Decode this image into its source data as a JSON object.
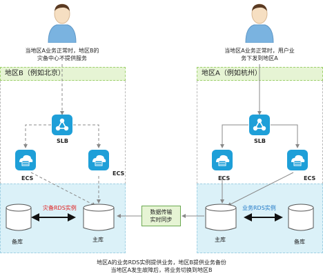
{
  "users": {
    "left_caption": [
      "当地区A业务正常时，地区B的",
      "灾备中心不提供服务"
    ],
    "right_caption": [
      "当地区A业务正常时，用户业",
      "务下发到地区A"
    ]
  },
  "regions": {
    "left": {
      "title": "地区B（例如北京）"
    },
    "right": {
      "title": "地区A（例如杭州）"
    }
  },
  "nodes": {
    "slb_label": "SLB",
    "ecs_label": "ECS"
  },
  "databases": {
    "left_rds_label": "灾备RDS实例",
    "right_rds_label": "业务RDS实例",
    "backup_label": "备库",
    "primary_label": "主库"
  },
  "sync": {
    "line1": "数据传输",
    "line2": "实时同步"
  },
  "bottom_caption": [
    "地区A的业务RDS实例提供业务，地区B提供业务备份",
    "当地区A发生故障后，将业务切换到地区B"
  ],
  "colors": {
    "user_blue": "#7ab3e0",
    "node_blue": "#1e9fd8",
    "rds_red": "#e02020",
    "rds_blue": "#2079c7",
    "header_green": "#e6f4d4",
    "db_zone_blue": "#dbf1f8"
  },
  "icons": [
    "user-icon",
    "slb-icon",
    "ecs-icon",
    "database-icon"
  ]
}
